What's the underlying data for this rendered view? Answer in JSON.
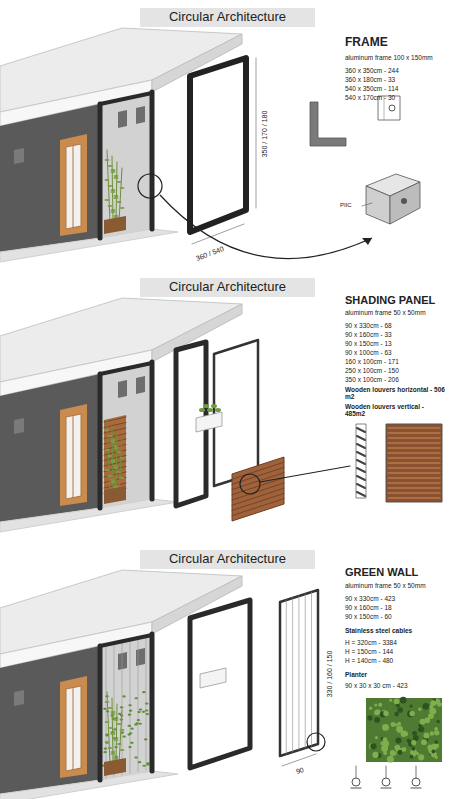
{
  "diagram": {
    "nodes": [
      {
        "text": [
          "Circular Architecture"
        ]
      },
      {
        "text": [
          "Circular Architecture"
        ]
      },
      {
        "text": [
          "Circular Architecture"
        ]
      }
    ],
    "edges": [],
    "labels": [
      "FRAME",
      "aluminum frame 100 x 150mm",
      "360 x 350cm - 244",
      "360 x 180cm - 33",
      "540 x 350cm - 114",
      "540 x 170cm - 30",
      "350 / 170 / 180",
      "360 / 540",
      "PIIC",
      "SHADING PANEL",
      "aluminum frame 50 x 50mm",
      "90 x 330cm - 68",
      "90 x 160cm - 33",
      "90 x 150cm - 13",
      "90 x 100cm - 63",
      "160 x 100cm - 171",
      "250 x 100cm - 150",
      "350 x 100cm - 206",
      "Wooden louvers horizontal - 506 m2",
      "Wooden louvers vertical - 485m2",
      "GREEN WALL",
      "aluminum frame 50 x 50mm",
      "90 x 330cm - 423",
      "90 x 160cm - 18",
      "90 x 150cm - 60",
      "Stainless steel cables",
      "H = 320cm - 3384",
      "H = 150cm - 144",
      "H = 140cm - 480",
      "Planter",
      "90 x 30 x 30 cm - 423",
      "330 / 160 / 150",
      "90"
    ]
  }
}
